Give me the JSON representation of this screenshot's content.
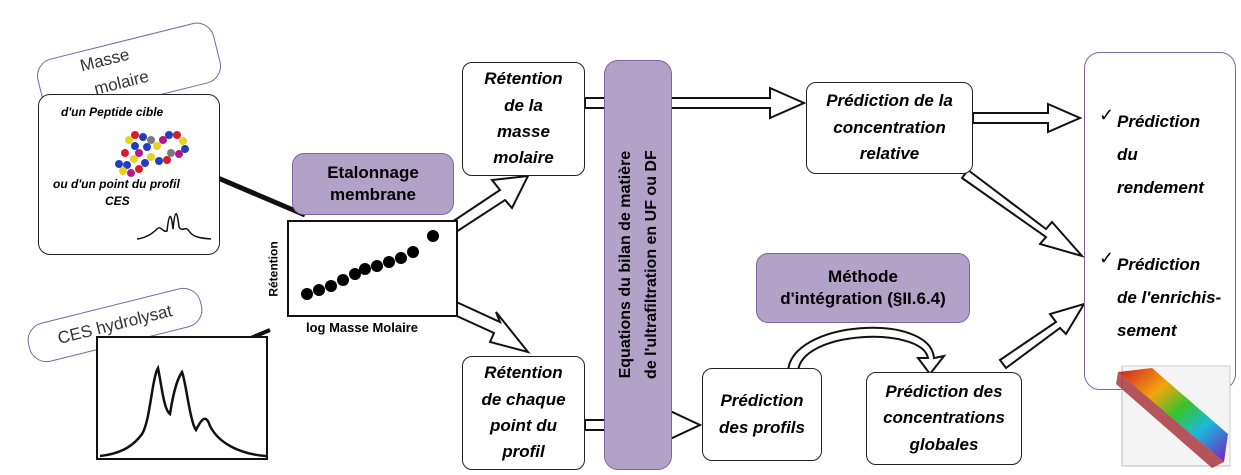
{
  "masse_molaire": {
    "line1": "Masse",
    "line2": "molaire"
  },
  "peptide": {
    "top": "d'un Peptide cible",
    "middle": "ou d'un point du profil",
    "bottom": "CES"
  },
  "ces_hydrolysat": "CES hydrolysat",
  "etalonnage": {
    "line1": "Etalonnage",
    "line2": "membrane"
  },
  "calib_chart": {
    "ylabel": "Rétention",
    "xlabel": "log Masse Molaire"
  },
  "retention_masse": {
    "l1": "Rétention",
    "l2": "de la",
    "l3": "masse",
    "l4": "molaire"
  },
  "retention_point": {
    "l1": "Rétention",
    "l2": "de chaque",
    "l3": "point du",
    "l4": "profil"
  },
  "equations": {
    "line1": "Equations du bilan de matière",
    "line2": "de l'ultrafiltration en UF ou DF"
  },
  "prediction_conc_relative": {
    "l1": "Prédiction de la",
    "l2": "concentration",
    "l3": "relative"
  },
  "prediction_profils": {
    "l1": "Prédiction",
    "l2": "des profils"
  },
  "methode": {
    "line1": "Méthode",
    "line2": "d'intégration (§II.6.4)"
  },
  "prediction_conc_globales": {
    "l1": "Prédiction des",
    "l2": "concentrations",
    "l3": "globales"
  },
  "results": {
    "check": "✓",
    "rendement": {
      "l1": "Prédiction",
      "l2": "du",
      "l3": "rendement"
    },
    "enrichissement": {
      "l1": "Prédiction",
      "l2": "de l'enrichis-",
      "l3": "sement"
    }
  }
}
